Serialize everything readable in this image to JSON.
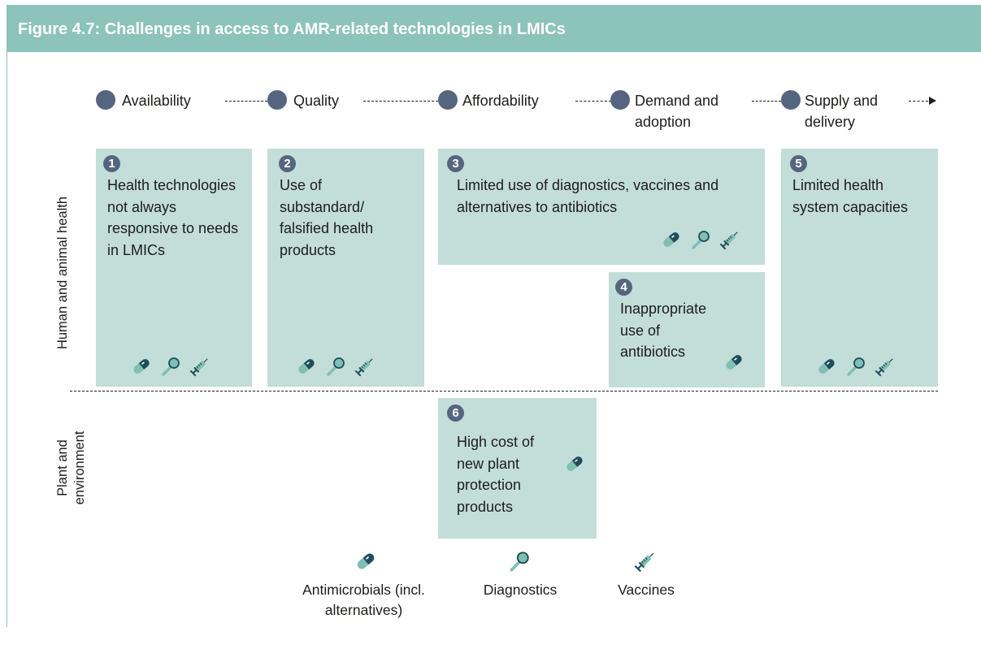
{
  "figure": {
    "title": "Figure 4.7: Challenges in access to AMR-related technologies in LMICs"
  },
  "steps": [
    {
      "label": "Availability"
    },
    {
      "label": "Quality"
    },
    {
      "label": "Affordability"
    },
    {
      "label": "Demand and adoption"
    },
    {
      "label": "Supply and delivery"
    }
  ],
  "rows": {
    "human_animal": "Human and animal health",
    "plant_env": "Plant and environment"
  },
  "boxes": [
    {
      "number": "1",
      "text": "Health technologies not always responsive to needs in LMICs",
      "icons": [
        "pill-icon",
        "magnifier-icon",
        "syringe-icon"
      ]
    },
    {
      "number": "2",
      "text": "Use of substandard/ falsified health products",
      "icons": [
        "pill-icon",
        "magnifier-icon",
        "syringe-icon"
      ]
    },
    {
      "number": "3",
      "text": "Limited use of diagnostics, vaccines and alternatives to antibiotics",
      "icons": [
        "pill-icon",
        "magnifier-icon",
        "syringe-icon"
      ]
    },
    {
      "number": "4",
      "text": "Inappropriate use of antibiotics",
      "icons": [
        "pill-icon"
      ]
    },
    {
      "number": "5",
      "text": "Limited health system capacities",
      "icons": [
        "pill-icon",
        "magnifier-icon",
        "syringe-icon"
      ]
    },
    {
      "number": "6",
      "text": "High cost of new plant protection products",
      "icons": [
        "pill-icon"
      ]
    }
  ],
  "legend": [
    {
      "icon": "pill-icon",
      "label": "Antimicrobials (incl. alternatives)"
    },
    {
      "icon": "magnifier-icon",
      "label": "Diagnostics"
    },
    {
      "icon": "syringe-icon",
      "label": "Vaccines"
    }
  ],
  "colors": {
    "header": "#8cc3bb",
    "box_fill": "#c3ddd8",
    "step_dot": "#56657f",
    "icon_dark": "#1f4d5c",
    "icon_light": "#7fbfb4"
  }
}
